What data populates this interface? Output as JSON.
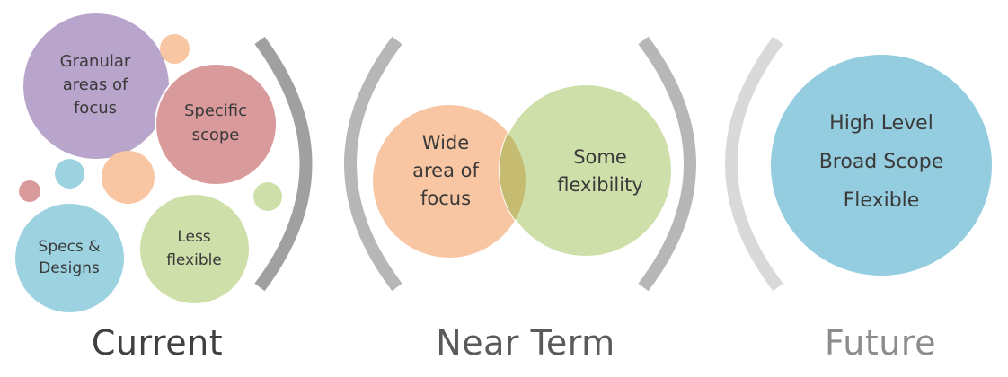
{
  "current": {
    "heading": "Current",
    "granular": "Granular\nareas of\nfocus",
    "specific": "Specific\nscope",
    "specs": "Specs &\nDesigns",
    "less": "Less\nflexible"
  },
  "near_term": {
    "heading": "Near Term",
    "wide": "Wide\narea of\nfocus",
    "some": "Some\nflexibility"
  },
  "future": {
    "heading": "Future",
    "line1": "High Level",
    "line2": "Broad Scope",
    "line3": "Flexible"
  },
  "colors": {
    "purple": "#b9a4cc",
    "rose": "#d99a9c",
    "peach": "#f8c6a2",
    "blue": "#9dd3e1",
    "green": "#cfdfa9",
    "overlap": "#c5bc71",
    "future_blue": "#95cde0",
    "bracket_dark": "#9b9b9b",
    "bracket_mid": "#b6b6b6",
    "bracket_light": "#dadada",
    "text": "#3a3a3a",
    "heading_dark": "#404040",
    "heading_light": "#8c8c8c"
  }
}
